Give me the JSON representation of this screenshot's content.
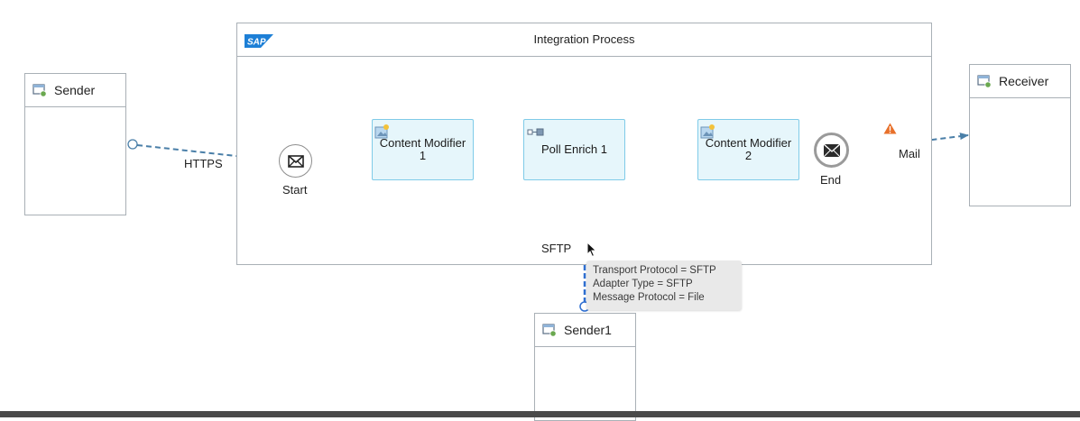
{
  "pool": {
    "title": "Integration Process",
    "logo_text": "SAP"
  },
  "participants": {
    "sender": "Sender",
    "receiver": "Receiver",
    "sender1": "Sender1"
  },
  "steps": {
    "content_modifier_1": "Content Modifier\n1",
    "poll_enrich_1": "Poll Enrich 1",
    "content_modifier_2": "Content Modifier\n2"
  },
  "events": {
    "start": "Start",
    "end": "End"
  },
  "connections": {
    "https": "HTTPS",
    "mail": "Mail",
    "sftp": "SFTP"
  },
  "tooltip": {
    "lines": [
      "Transport Protocol = SFTP",
      "Adapter Type = SFTP",
      "Message Protocol = File"
    ]
  },
  "colors": {
    "flow": "#4a7fa8",
    "step_fill": "#e6f6fb",
    "step_border": "#7fcbe8",
    "selected_connector": "#2f6fd1",
    "warning": "#e8702a",
    "sap_blue": "#1d7fd6"
  },
  "icons": {
    "participant": "participant-icon",
    "message": "envelope-icon",
    "warning": "warning-icon",
    "content_modifier": "content-modifier-icon",
    "poll_enrich": "poll-enrich-icon",
    "cursor": "mouse-cursor-icon"
  }
}
